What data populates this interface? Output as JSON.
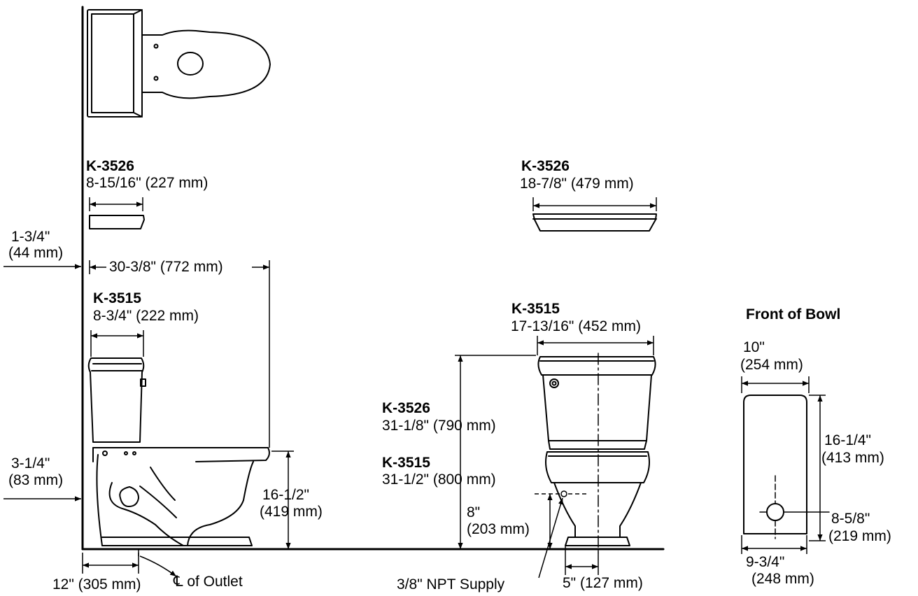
{
  "colors": {
    "ink": "#000000",
    "paper": "#ffffff",
    "fill": "#ffffff"
  },
  "top_view": {
    "k3526_model": "K-3526",
    "k3526_width": "8-15/16\" (227 mm)"
  },
  "side_view": {
    "wall_offset_in": "1-3/4\"",
    "wall_offset_mm": "(44 mm)",
    "overall_depth": "30-3/8\" (772 mm)",
    "k3515_model": "K-3515",
    "k3515_width": "8-3/4\" (222 mm)",
    "supply_offset_in": "3-1/4\"",
    "supply_offset_mm": "(83 mm)",
    "rim_height_in": "16-1/2\"",
    "rim_height_mm": "(419 mm)",
    "rough_in": "12\" (305 mm)",
    "outlet_label": "℄ of Outlet"
  },
  "front_view": {
    "k3526_model": "K-3526",
    "k3526_width": "18-7/8\" (479 mm)",
    "k3515_model": "K-3515",
    "k3515_width": "17-13/16\" (452 mm)",
    "k3526_height_model": "K-3526",
    "k3526_height": "31-1/8\" (790 mm)",
    "k3515_height_model": "K-3515",
    "k3515_height": "31-1/2\" (800 mm)",
    "supply_height_in": "8\"",
    "supply_height_mm": "(203 mm)",
    "supply_label": "3/8\" NPT Supply",
    "supply_offset": "5\" (127 mm)"
  },
  "bowl_front": {
    "title": "Front of Bowl",
    "top_width_in": "10\"",
    "top_width_mm": "(254 mm)",
    "height_in": "16-1/4\"",
    "height_mm": "(413 mm)",
    "outlet_height_in": "8-5/8\"",
    "outlet_height_mm": "(219 mm)",
    "bottom_width_in": "9-3/4\"",
    "bottom_width_mm": "(248 mm)"
  }
}
